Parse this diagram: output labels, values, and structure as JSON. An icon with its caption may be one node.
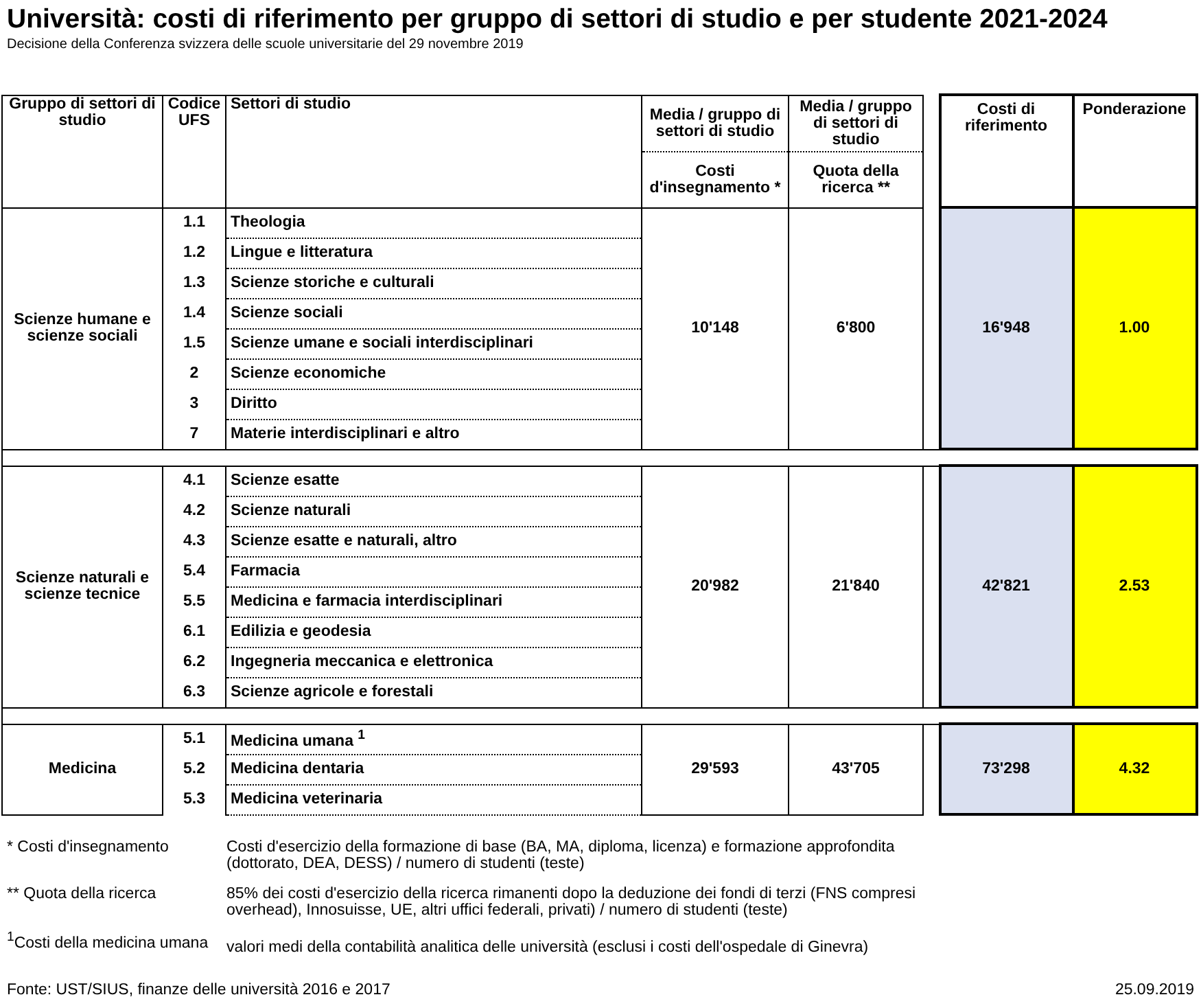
{
  "diagram": {
    "title": "Università: costi di riferimento per gruppo di settori di studio e per studente 2021-2024",
    "labels": [
      "Decisione della Conferenza svizzera delle scuole universitarie del 29 novembre 2019",
      "Gruppo di settori di studio",
      "Codice UFS",
      "Settori di studio",
      "Media / gruppo di settori di studio",
      "Media / gruppo di settori di studio",
      "Costi di riferimento",
      "Ponderazione",
      "Costi d'insegnamento *",
      "Quota della ricerca **",
      "Scienze humane e scienze sociali",
      "1.1",
      "Theologia",
      "10'148",
      "6'800",
      "16'948",
      "1.00",
      "1.2",
      "Lingue e litteratura",
      "1.3",
      "Scienze storiche e culturali",
      "1.4",
      "Scienze sociali",
      "1.5",
      "Scienze umane e sociali interdisciplinari",
      "2",
      "Scienze economiche",
      "3",
      "Diritto",
      "7",
      "Materie interdisciplinari e altro",
      "Scienze naturali e scienze tecnice",
      "4.1",
      "Scienze esatte",
      "20'982",
      "21'840",
      "42'821",
      "2.53",
      "4.2",
      "Scienze naturali",
      "4.3",
      "Scienze esatte e naturali, altro",
      "5.4",
      "Farmacia",
      "5.5",
      "Medicina e farmacia interdisciplinari",
      "6.1",
      "Edilizia e geodesia",
      "6.2",
      "Ingegneria meccanica e elettronica",
      "6.3",
      "Scienze agricole e forestali",
      "5.1",
      "Medicina umana $^{1}$",
      "Medicina",
      "5.2",
      "Medicina dentaria",
      "29'593",
      "43'705",
      "73'298",
      "4.32",
      "5.3",
      "Medicina veterinaria",
      "*  Costi d'insegnamento",
      "Costi d'esercizio della formazione di base (BA, MA, diploma, licenza) e formazione approfondita (dottorato, DEA, DESS) / numero di studenti (teste)",
      "** Quota della ricerca",
      "85% dei costi d'esercizio della ricerca rimanenti dopo la deduzione dei fondi di terzi (FNS compresi overhead), Innosuisse, UE, altri uffici federali, privati) / numero di studenti (teste)",
      "$^{1}$Costi della medicina umana",
      "valori medi della contabilità analitica delle università (esclusi i costi dell'ospedale di Ginevra)",
      "Fonte: UST/SIUS, finanze delle università 2016 e 2017",
      "25.09.2019"
    ]
  }
}
